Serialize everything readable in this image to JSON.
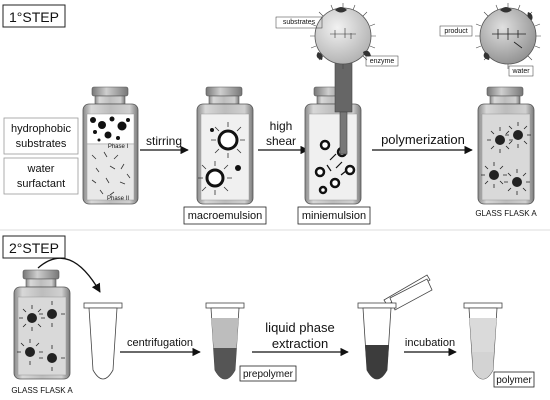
{
  "steps": {
    "step1": "1°STEP",
    "step2": "2°STEP"
  },
  "labels": {
    "hydrophobic_line1": "hydrophobic",
    "hydrophobic_line2": "substrates",
    "water_line1": "water",
    "water_line2": "surfactant",
    "phase1": "Phase I",
    "phase2": "Phase II",
    "stirring": "stirring",
    "high_line1": "high",
    "high_line2": "shear",
    "macroemulsion": "macroemulsion",
    "miniemulsion": "miniemulsion",
    "polymerization": "polymerization",
    "flask_a_1": "GLASS FLASK A",
    "substrates": "substrates",
    "enzyme": "enzyme",
    "product": "product",
    "water": "water",
    "flask_a_2": "GLASS FLASK A",
    "centrifugation": "centrifugation",
    "liquid_phase": "liquid phase",
    "extraction": "extraction",
    "incubation": "incubation",
    "prepolymer": "prepolymer",
    "polymer": "polymer"
  }
}
